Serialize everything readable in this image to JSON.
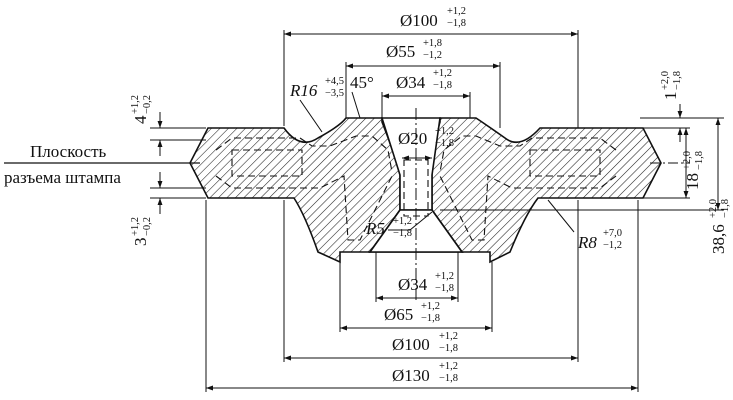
{
  "parting_plane_label": [
    "Плоскость",
    "разъема штампа"
  ],
  "dimensions": {
    "d100_top": {
      "sym": "Ø",
      "value": "100",
      "up": "+1,2",
      "low": "−1,8"
    },
    "d55": {
      "sym": "Ø",
      "value": "55",
      "up": "+1,8",
      "low": "−1,2"
    },
    "d34_top": {
      "sym": "Ø",
      "value": "34",
      "up": "+1,2",
      "low": "−1,8"
    },
    "d20": {
      "sym": "Ø",
      "value": "20",
      "up": "+1,2",
      "low": "−1,8"
    },
    "r16": {
      "sym": "R",
      "value": "16",
      "up": "+4,5",
      "low": "−3,5"
    },
    "angle": {
      "value": "45°"
    },
    "r5": {
      "sym": "R",
      "value": "5",
      "up": "+1,2",
      "low": "−1,8"
    },
    "r8": {
      "sym": "R",
      "value": "8",
      "up": "+7,0",
      "low": "−1,2"
    },
    "d34_bottom": {
      "sym": "Ø",
      "value": "34",
      "up": "+1,2",
      "low": "−1,8"
    },
    "d65": {
      "sym": "Ø",
      "value": "65",
      "up": "+1,2",
      "low": "−1,8"
    },
    "d100_bottom": {
      "sym": "Ø",
      "value": "100",
      "up": "+1,2",
      "low": "−1,8"
    },
    "d130": {
      "sym": "Ø",
      "value": "130",
      "up": "+1,2",
      "low": "−1,8"
    },
    "h4": {
      "value": "4",
      "up": "+1,2",
      "low": "−0,2"
    },
    "h3": {
      "value": "3",
      "up": "+1,2",
      "low": "−0,2"
    },
    "h1": {
      "value": "1",
      "up": "+2,0",
      "low": "−1,8"
    },
    "h18": {
      "value": "18",
      "up": "+2,0",
      "low": "−1,8"
    },
    "h38": {
      "value": "38,6",
      "up": "+2,0",
      "low": "−1,8"
    }
  },
  "colors": {
    "line": "#111111",
    "hatch": "#222222"
  }
}
